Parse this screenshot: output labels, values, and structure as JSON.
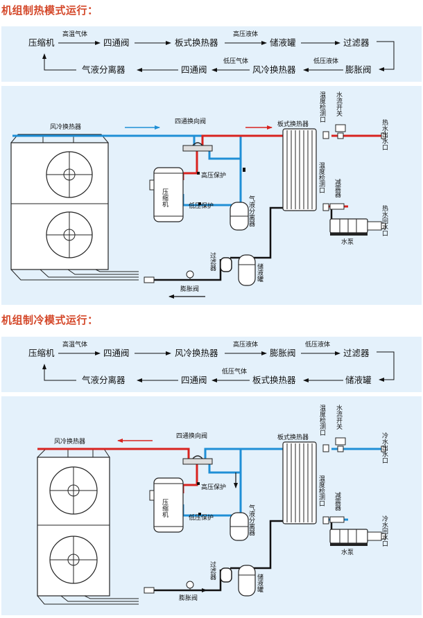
{
  "heat": {
    "heading": "机组制热模式运行：",
    "flow": {
      "nodes": [
        "压缩机",
        "四通阀",
        "板式换热器",
        "储液罐",
        "过滤器",
        "膨胀阀",
        "风冷换热器",
        "四通阀",
        "气液分离器"
      ],
      "edge_labels": [
        "高温气体",
        "高压液体",
        "低压液体",
        "低压气体"
      ]
    },
    "diagram": {
      "air_hx": "风冷换热器",
      "valve4": "四通换向阀",
      "plate_hx": "板式换热器",
      "temp_port_top": "温度检测口",
      "water_switch": "水流开关",
      "water_out": "热水出水口",
      "high_prot": "高压保护",
      "low_prot": "低压保护",
      "compressor": "压缩机",
      "separator": "气液分离器",
      "temp_port_bottom": "温度检测口",
      "damper": "减震器",
      "water_in": "热水回水口",
      "pump": "水泵",
      "filter": "过滤器",
      "receiver": "储液罐",
      "exp_valve": "膨胀阀"
    }
  },
  "cool": {
    "heading": "机组制冷模式运行：",
    "flow": {
      "nodes": [
        "压缩机",
        "四通阀",
        "风冷换热器",
        "膨胀阀",
        "过滤器",
        "储液罐",
        "板式换热器",
        "四通阀",
        "气液分离器"
      ],
      "edge_labels": [
        "高温气体",
        "高压液体",
        "低压液体",
        "低压气体"
      ]
    },
    "diagram": {
      "air_hx": "风冷换热器",
      "valve4": "四通换向阀",
      "plate_hx": "板式换热器",
      "temp_port_top": "温度检测口",
      "water_switch": "水流开关",
      "water_out": "冷水出水口",
      "high_prot": "高压保护",
      "low_prot": "低压保护",
      "compressor": "压缩机",
      "separator": "气液分离器",
      "temp_port_bottom": "温度检测口",
      "damper": "减震器",
      "water_in": "冷水回水口",
      "pump": "水泵",
      "filter": "过滤器",
      "receiver": "储液罐",
      "exp_valve": "膨胀阀"
    }
  },
  "colors": {
    "hot_pipe": "#d8231f",
    "cold_pipe": "#1f8fd6",
    "heading": "#d4482a",
    "panel_bg": "#e4f1fb"
  }
}
